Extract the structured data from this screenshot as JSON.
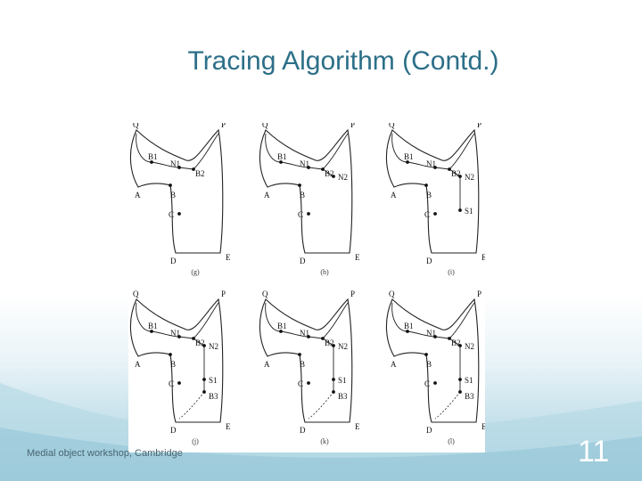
{
  "slide": {
    "title": "Tracing Algorithm (Contd.)",
    "footer": "Medial object workshop, Cambridge",
    "number": "11"
  },
  "figure": {
    "panels": [
      {
        "caption": "(g)",
        "labels": {
          "q": "Q",
          "p": "P",
          "a": "A",
          "b": "B",
          "c": "C",
          "d": "D",
          "e": "E",
          "b1": "B1",
          "n1": "N1",
          "b2": "B2"
        }
      },
      {
        "caption": "(h)",
        "labels": {
          "q": "Q",
          "p": "P",
          "a": "A",
          "b": "B",
          "c": "C",
          "d": "D",
          "e": "E",
          "b1": "B1",
          "n1": "N1",
          "b2": "B2",
          "n2": "N2"
        }
      },
      {
        "caption": "(i)",
        "labels": {
          "q": "Q",
          "p": "P",
          "a": "A",
          "b": "B",
          "c": "C",
          "d": "D",
          "e": "E",
          "b1": "B1",
          "n1": "N1",
          "b2": "B2",
          "n2": "N2",
          "s1": "S1"
        }
      },
      {
        "caption": "(j)",
        "labels": {
          "q": "Q",
          "p": "P",
          "a": "A",
          "b": "B",
          "c": "C",
          "d": "D",
          "e": "E",
          "b1": "B1",
          "n1": "N1",
          "b2": "B2",
          "n2": "N2",
          "s1": "S1",
          "b3": "B3"
        }
      },
      {
        "caption": "(k)",
        "labels": {
          "q": "Q",
          "p": "P",
          "a": "A",
          "b": "B",
          "c": "C",
          "d": "D",
          "e": "E",
          "b1": "B1",
          "n1": "N1",
          "b2": "B2",
          "n2": "N2",
          "s1": "S1",
          "b3": "B3"
        }
      },
      {
        "caption": "(l)",
        "labels": {
          "q": "Q",
          "p": "P",
          "a": "A",
          "b": "B",
          "c": "C",
          "d": "D",
          "e": "E",
          "b1": "B1",
          "n1": "N1",
          "b2": "B2",
          "n2": "N2",
          "s1": "S1",
          "b3": "B3"
        }
      }
    ]
  },
  "colors": {
    "title": "#2c6f88",
    "wave": "#9ccbdc",
    "slide_number": "#ffffff"
  }
}
